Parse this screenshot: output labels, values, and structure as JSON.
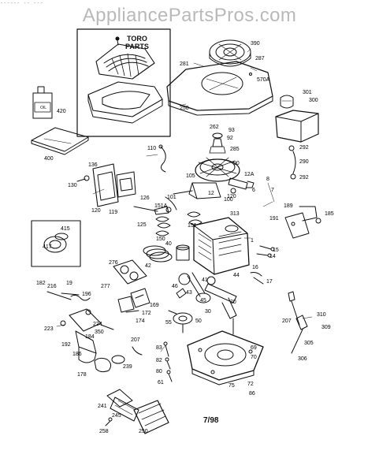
{
  "header": {
    "watermark": "AppliancePartsPros.com",
    "top_fragment": "------ -- ---"
  },
  "inset": {
    "brand_line1": "TORO",
    "brand_line2": "PARTS"
  },
  "footer": {
    "date_code": "7/98"
  },
  "part_labels": [
    {
      "id": "lbl-281",
      "text": "281"
    },
    {
      "id": "lbl-390",
      "text": "390"
    },
    {
      "id": "lbl-287",
      "text": "287"
    },
    {
      "id": "lbl-570A",
      "text": "570A"
    },
    {
      "id": "lbl-250-shroud",
      "text": "250"
    },
    {
      "id": "lbl-420",
      "text": "420"
    },
    {
      "id": "lbl-400",
      "text": "400"
    },
    {
      "id": "lbl-301",
      "text": "301"
    },
    {
      "id": "lbl-300",
      "text": "300"
    },
    {
      "id": "lbl-262",
      "text": "262"
    },
    {
      "id": "lbl-93",
      "text": "93"
    },
    {
      "id": "lbl-92",
      "text": "92"
    },
    {
      "id": "lbl-285",
      "text": "285"
    },
    {
      "id": "lbl-110",
      "text": "110"
    },
    {
      "id": "lbl-292a",
      "text": "292"
    },
    {
      "id": "lbl-290",
      "text": "290"
    },
    {
      "id": "lbl-292b",
      "text": "292"
    },
    {
      "id": "lbl-90",
      "text": "90"
    },
    {
      "id": "lbl-105",
      "text": "105"
    },
    {
      "id": "lbl-12A",
      "text": "12A"
    },
    {
      "id": "lbl-6",
      "text": "6"
    },
    {
      "id": "lbl-7",
      "text": "7"
    },
    {
      "id": "lbl-8",
      "text": "8"
    },
    {
      "id": "lbl-12",
      "text": "12"
    },
    {
      "id": "lbl-100",
      "text": "100"
    },
    {
      "id": "lbl-313",
      "text": "313"
    },
    {
      "id": "lbl-120a",
      "text": "120"
    },
    {
      "id": "lbl-136",
      "text": "136"
    },
    {
      "id": "lbl-130",
      "text": "130"
    },
    {
      "id": "lbl-120b",
      "text": "120"
    },
    {
      "id": "lbl-119",
      "text": "119"
    },
    {
      "id": "lbl-126",
      "text": "126"
    },
    {
      "id": "lbl-101",
      "text": "101"
    },
    {
      "id": "lbl-151A",
      "text": "151A"
    },
    {
      "id": "lbl-125",
      "text": "125"
    },
    {
      "id": "lbl-151",
      "text": "151"
    },
    {
      "id": "lbl-150",
      "text": "150"
    },
    {
      "id": "lbl-189",
      "text": "189"
    },
    {
      "id": "lbl-185",
      "text": "185"
    },
    {
      "id": "lbl-191",
      "text": "191"
    },
    {
      "id": "lbl-415",
      "text": "415"
    },
    {
      "id": "lbl-417",
      "text": "417"
    },
    {
      "id": "lbl-1",
      "text": "1"
    },
    {
      "id": "lbl-15",
      "text": "15"
    },
    {
      "id": "lbl-14",
      "text": "14"
    },
    {
      "id": "lbl-40",
      "text": "40"
    },
    {
      "id": "lbl-42",
      "text": "42"
    },
    {
      "id": "lbl-276",
      "text": "276"
    },
    {
      "id": "lbl-16",
      "text": "16"
    },
    {
      "id": "lbl-17",
      "text": "17"
    },
    {
      "id": "lbl-182",
      "text": "182"
    },
    {
      "id": "lbl-216",
      "text": "216"
    },
    {
      "id": "lbl-19",
      "text": "19"
    },
    {
      "id": "lbl-196",
      "text": "196"
    },
    {
      "id": "lbl-277",
      "text": "277"
    },
    {
      "id": "lbl-46",
      "text": "46"
    },
    {
      "id": "lbl-43",
      "text": "43"
    },
    {
      "id": "lbl-44",
      "text": "44"
    },
    {
      "id": "lbl-45",
      "text": "45"
    },
    {
      "id": "lbl-41",
      "text": "41"
    },
    {
      "id": "lbl-20",
      "text": "20"
    },
    {
      "id": "lbl-30",
      "text": "30"
    },
    {
      "id": "lbl-169",
      "text": "169"
    },
    {
      "id": "lbl-172",
      "text": "172"
    },
    {
      "id": "lbl-174",
      "text": "174"
    },
    {
      "id": "lbl-55",
      "text": "55"
    },
    {
      "id": "lbl-50",
      "text": "50"
    },
    {
      "id": "lbl-207a",
      "text": "207"
    },
    {
      "id": "lbl-310",
      "text": "310"
    },
    {
      "id": "lbl-309",
      "text": "309"
    },
    {
      "id": "lbl-305",
      "text": "305"
    },
    {
      "id": "lbl-306",
      "text": "306"
    },
    {
      "id": "lbl-223",
      "text": "223"
    },
    {
      "id": "lbl-224",
      "text": "224"
    },
    {
      "id": "lbl-350",
      "text": "350"
    },
    {
      "id": "lbl-184",
      "text": "184"
    },
    {
      "id": "lbl-192",
      "text": "192"
    },
    {
      "id": "lbl-186",
      "text": "186"
    },
    {
      "id": "lbl-207b",
      "text": "207"
    },
    {
      "id": "lbl-69",
      "text": "69"
    },
    {
      "id": "lbl-70",
      "text": "70"
    },
    {
      "id": "lbl-83",
      "text": "83"
    },
    {
      "id": "lbl-82",
      "text": "82"
    },
    {
      "id": "lbl-80",
      "text": "80"
    },
    {
      "id": "lbl-61",
      "text": "61"
    },
    {
      "id": "lbl-239",
      "text": "239"
    },
    {
      "id": "lbl-178",
      "text": "178"
    },
    {
      "id": "lbl-75",
      "text": "75"
    },
    {
      "id": "lbl-72",
      "text": "72"
    },
    {
      "id": "lbl-86",
      "text": "86"
    },
    {
      "id": "lbl-241",
      "text": "241"
    },
    {
      "id": "lbl-245",
      "text": "245"
    },
    {
      "id": "lbl-258",
      "text": "258"
    },
    {
      "id": "lbl-250-filter",
      "text": "250"
    }
  ]
}
